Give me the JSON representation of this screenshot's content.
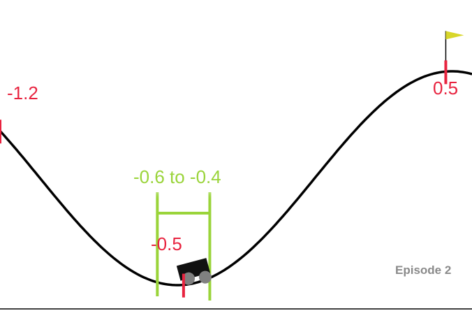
{
  "environment": {
    "x_min": -1.2,
    "x_max": 0.6,
    "goal_position": 0.5,
    "car_position": -0.5
  },
  "markers": [
    {
      "position": -1.2,
      "label": "-1.2"
    },
    {
      "position": 0.5,
      "label": "0.5"
    },
    {
      "position": -0.5,
      "label": "-0.5"
    }
  ],
  "start_range": {
    "low": -0.6,
    "high": -0.4,
    "label": "-0.6 to -0.4"
  },
  "episode_label": "Episode 2",
  "colors": {
    "track": "#000000",
    "marker": "#e8233f",
    "range": "#9ad43a",
    "flag": "#d8d62a",
    "car_body": "#111111",
    "wheel": "#808080",
    "episode_text": "#8a8a8a"
  }
}
